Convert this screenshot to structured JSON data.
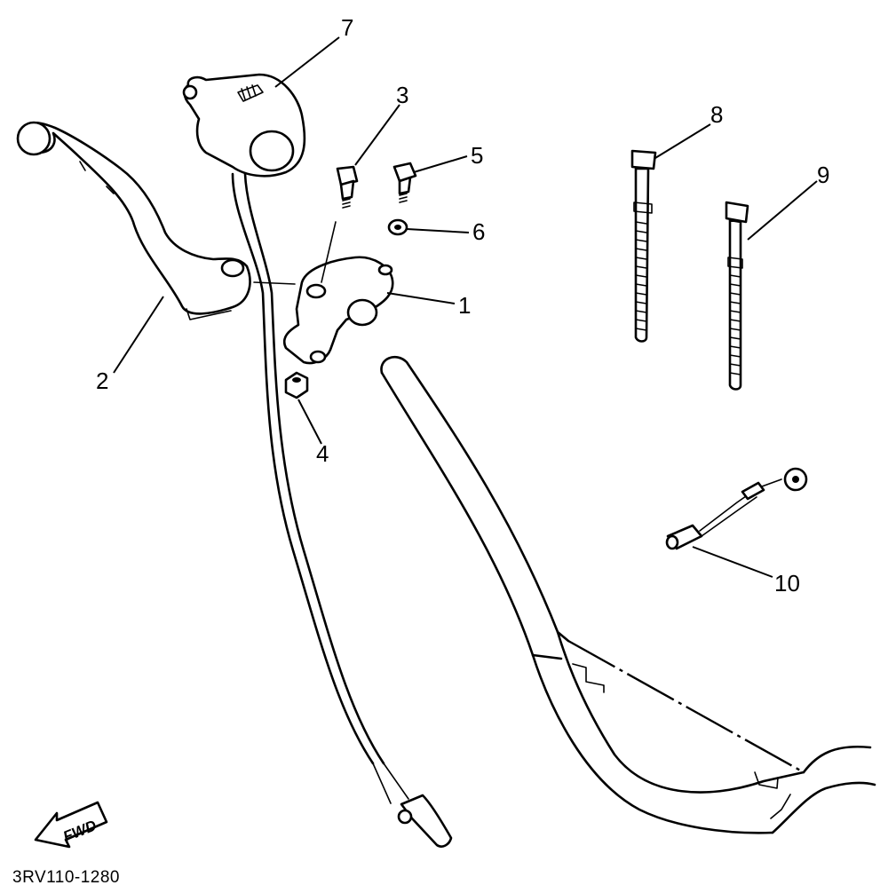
{
  "callouts": [
    {
      "id": "1",
      "label": "1"
    },
    {
      "id": "2",
      "label": "2"
    },
    {
      "id": "3",
      "label": "3"
    },
    {
      "id": "4",
      "label": "4"
    },
    {
      "id": "5",
      "label": "5"
    },
    {
      "id": "6",
      "label": "6"
    },
    {
      "id": "7",
      "label": "7"
    },
    {
      "id": "8",
      "label": "8"
    },
    {
      "id": "9",
      "label": "9"
    },
    {
      "id": "10",
      "label": "10"
    }
  ],
  "fwd_label": "FWD",
  "diagram_code": "3RV110-1280"
}
